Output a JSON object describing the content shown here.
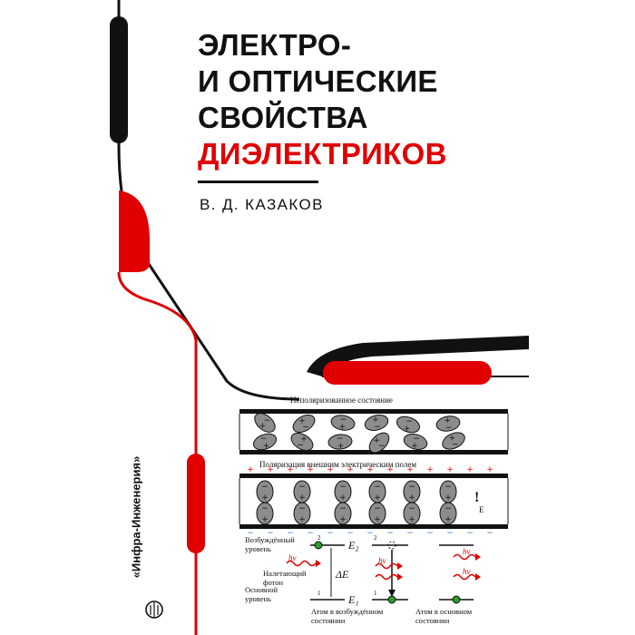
{
  "book": {
    "title_lines": [
      "ЭЛЕКТРО-",
      "И ОПТИЧЕСКИЕ",
      "СВОЙСТВА"
    ],
    "title_accent": "ДИЭЛЕКТРИКОВ",
    "author": "В. Д. КАЗАКОВ",
    "publisher": "«Инфра-Инженерия»"
  },
  "diagram": {
    "unpolarized_caption": "Неполяризованное состояние",
    "polarized_caption": "Поляризация внешним электрическим полем",
    "field_mark": "!",
    "field_label": "E",
    "excited_level": "Возбуждённый уровень",
    "incident_photon": "Налетающий фотон",
    "ground_level": "Основной уровень",
    "photon": "hν",
    "e2": "E₂",
    "e1": "E₁",
    "delta_e": "ΔE",
    "num_2": "2",
    "num_1": "1",
    "atom_excited": "Атом в возбуждённом состоянии",
    "atom_ground": "Атом в основном состоянии"
  },
  "colors": {
    "accent": "#e00000",
    "ink": "#111111",
    "dipole": "#8c8c8c"
  }
}
